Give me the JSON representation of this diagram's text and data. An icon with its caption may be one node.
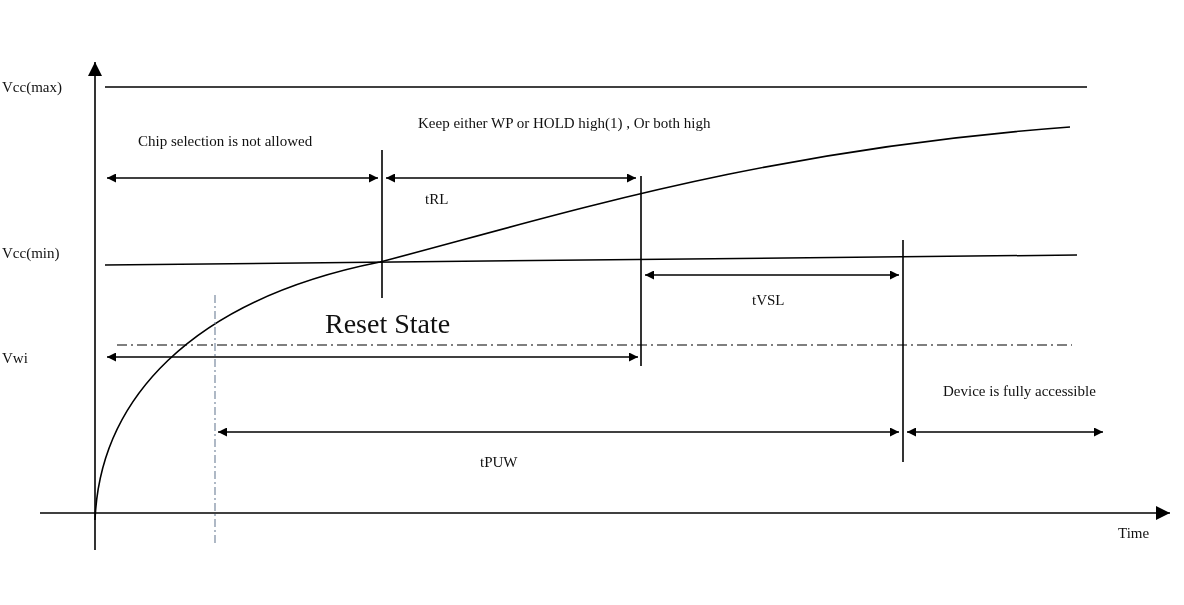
{
  "diagram": {
    "labels": [
      "Vcc(max)",
      "Keep either WP or HOLD high(1) , Or both high",
      "Chip selection is not allowed",
      "tRL",
      "Vcc(min)",
      "tVSL",
      "Reset State",
      "Vwi",
      "Device is fully accessible",
      "tPUW",
      "Time"
    ]
  }
}
